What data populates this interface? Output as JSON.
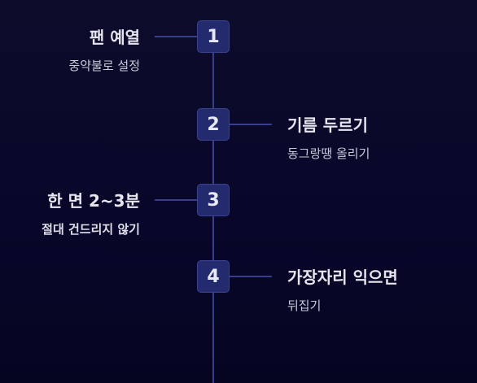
{
  "steps": [
    {
      "number": "1",
      "title": "팬 예열",
      "desc": "중약불로 설정"
    },
    {
      "number": "2",
      "title": "기름 두르기",
      "desc": "동그랑땡 올리기"
    },
    {
      "number": "3",
      "title": "한 면 2~3분",
      "desc": "절대 건드리지 않기"
    },
    {
      "number": "4",
      "title": "가장자리 익으면",
      "desc": "뒤집기"
    }
  ]
}
